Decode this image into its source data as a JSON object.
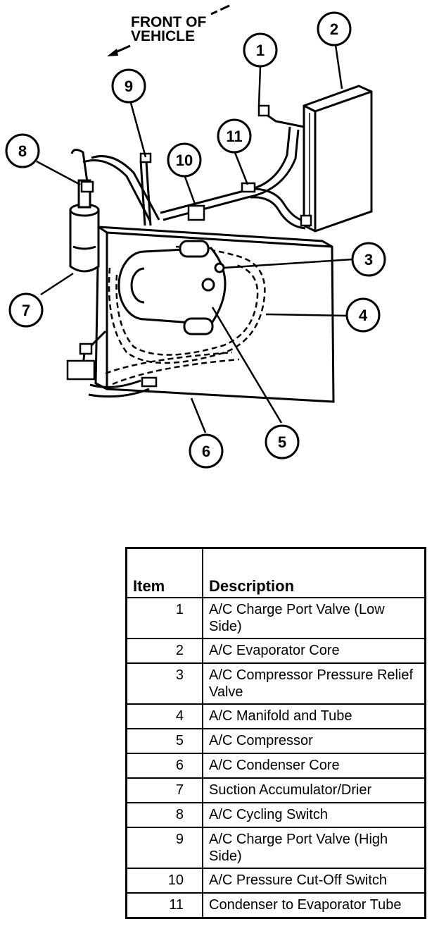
{
  "diagram": {
    "direction_label_line1": "FRONT OF",
    "direction_label_line2": "VEHICLE",
    "callouts": [
      "1",
      "2",
      "3",
      "4",
      "5",
      "6",
      "7",
      "8",
      "9",
      "10",
      "11"
    ]
  },
  "table": {
    "header_item": "Item",
    "header_description": "Description",
    "rows": [
      {
        "item": "1",
        "description": "A/C Charge Port Valve (Low Side)"
      },
      {
        "item": "2",
        "description": "A/C Evaporator Core"
      },
      {
        "item": "3",
        "description": "A/C Compressor Pressure Relief Valve"
      },
      {
        "item": "4",
        "description": "A/C Manifold and Tube"
      },
      {
        "item": "5",
        "description": "A/C Compressor"
      },
      {
        "item": "6",
        "description": "A/C Condenser Core"
      },
      {
        "item": "7",
        "description": "Suction Accumulator/Drier"
      },
      {
        "item": "8",
        "description": "A/C Cycling Switch"
      },
      {
        "item": "9",
        "description": "A/C Charge Port Valve (High Side)"
      },
      {
        "item": "10",
        "description": "A/C Pressure Cut-Off Switch"
      },
      {
        "item": "11",
        "description": "Condenser to Evaporator Tube"
      }
    ]
  }
}
